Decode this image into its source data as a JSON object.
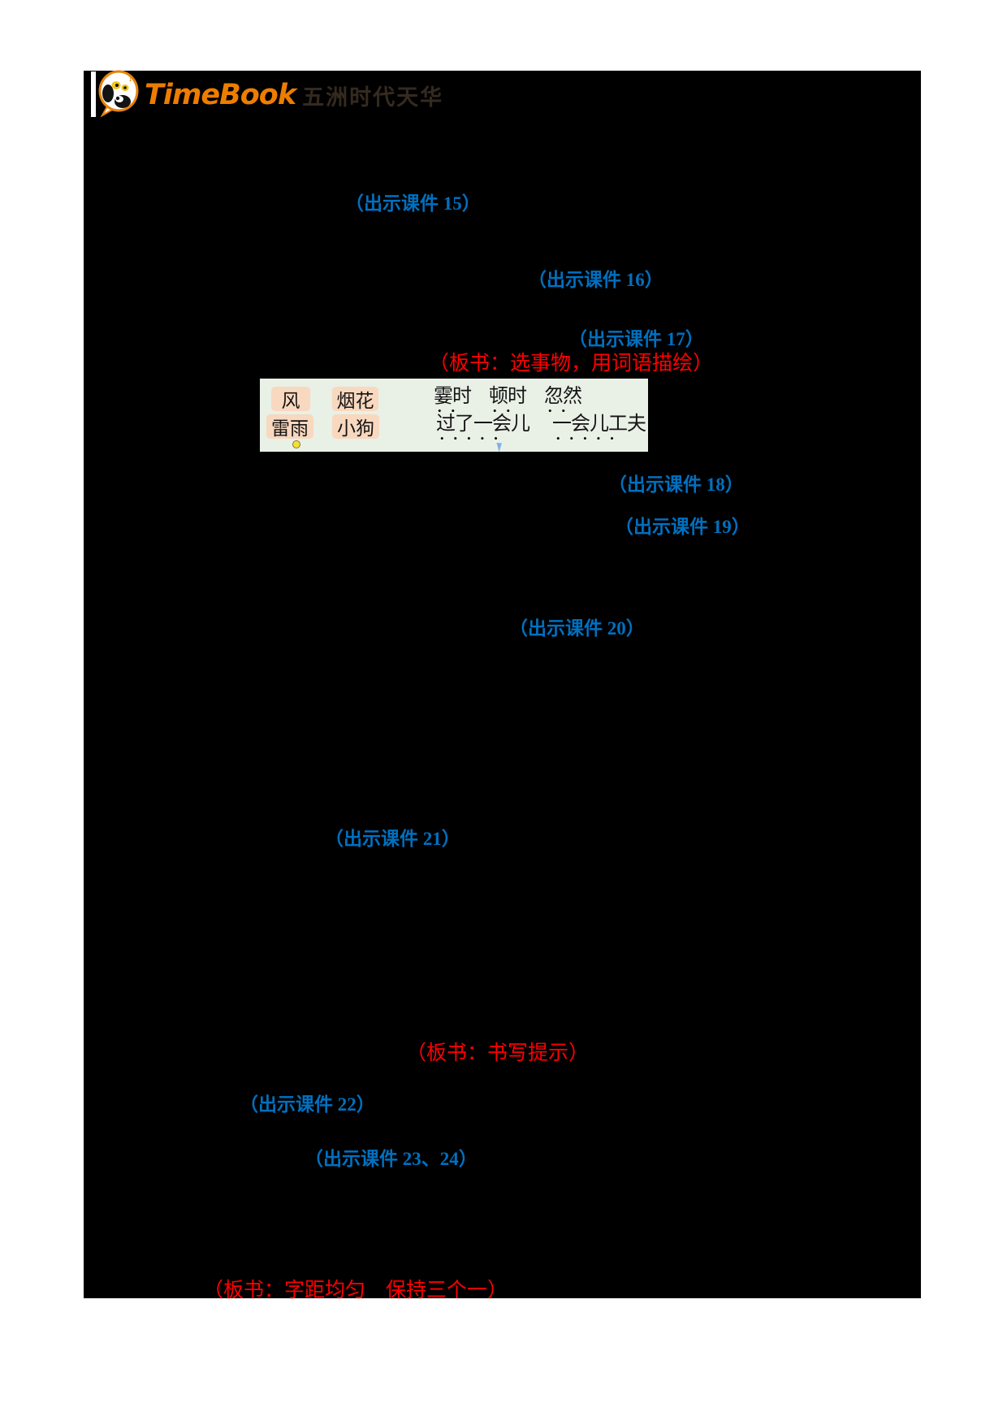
{
  "logo": {
    "brand": "TimeBook",
    "company": "五洲时代天华"
  },
  "colors": {
    "courseware_blue": "#0070C0",
    "board_red": "#FF0000",
    "brand_orange": "#ED7D00",
    "panel_black": "#000000",
    "word_box_bg": "#E9F0E6",
    "chip_bg": "#F8D8BF"
  },
  "annotations": [
    {
      "id": "courseware-15",
      "text": "（出示课件 15）"
    },
    {
      "id": "courseware-16",
      "text": "（出示课件 16）"
    },
    {
      "id": "courseware-17",
      "text": "（出示课件 17）"
    },
    {
      "id": "board-note-1",
      "text": "（板书：选事物，用词语描绘）"
    },
    {
      "id": "courseware-18",
      "text": "（出示课件 18）"
    },
    {
      "id": "courseware-19",
      "text": "（出示课件 19）"
    },
    {
      "id": "courseware-20",
      "text": "（出示课件 20）"
    },
    {
      "id": "courseware-21",
      "text": "（出示课件 21）"
    },
    {
      "id": "board-note-2",
      "text": "（板书：书写提示）"
    },
    {
      "id": "courseware-22",
      "text": "（出示课件 22）"
    },
    {
      "id": "courseware-23-24",
      "text": "（出示课件 23、24）"
    },
    {
      "id": "board-note-3",
      "text": "（板书：字距均匀　保持三个一）"
    }
  ],
  "word_box": {
    "chips": [
      {
        "text": "风"
      },
      {
        "text": "烟花"
      },
      {
        "text": "雷雨"
      },
      {
        "text": "小狗"
      }
    ],
    "row1": [
      {
        "text": "霎时",
        "dots": "••"
      },
      {
        "text": "顿时",
        "dots": "••"
      },
      {
        "text": "忽然",
        "dots": "••"
      }
    ],
    "row2": [
      {
        "text": "过了一会儿",
        "dots": "•••••"
      },
      {
        "text": "一会儿工夫",
        "dots": "•••••"
      }
    ]
  }
}
